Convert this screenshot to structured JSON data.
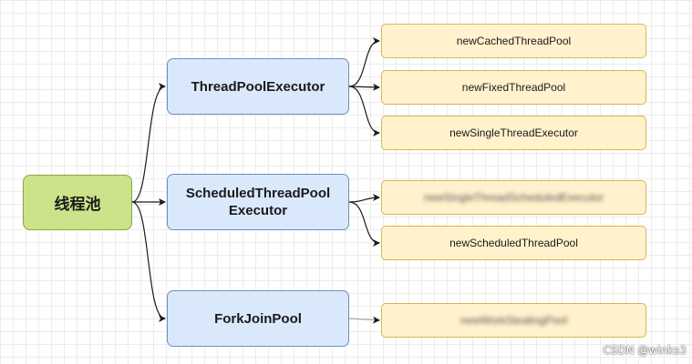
{
  "root": {
    "label": "线程池"
  },
  "executors": [
    {
      "label": "ThreadPoolExecutor",
      "factories": [
        "newCachedThreadPool",
        "newFixedThreadPool",
        "newSingleThreadExecutor"
      ]
    },
    {
      "label": "ScheduledThreadPool\nExecutor",
      "factories": [
        "newSingleThreadScheduledExecutor",
        "newScheduledThreadPool"
      ]
    },
    {
      "label": "ForkJoinPool",
      "factories": [
        "newWorkStealingPool"
      ]
    }
  ],
  "watermark": "CSDN @winks3",
  "colors": {
    "root_fill": "#cce38a",
    "executor_fill": "#dae8fc",
    "factory_fill": "#fff2cc",
    "edge": "#1a1a1a"
  }
}
